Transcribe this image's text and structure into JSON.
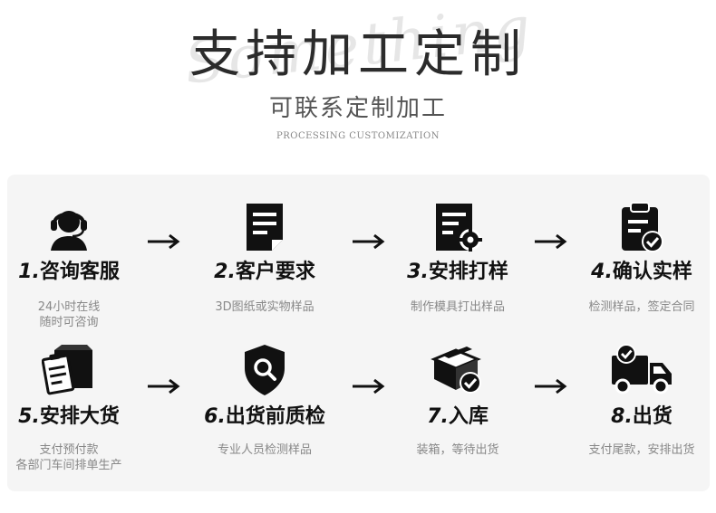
{
  "header": {
    "script": "Something",
    "title": "支持加工定制",
    "subtitle": "可联系定制加工",
    "english": "PROCESSING CUSTOMIZATION"
  },
  "colors": {
    "icon": "#111111",
    "title": "#2b2b2b",
    "desc": "#888888",
    "panel": "#f5f5f5"
  },
  "steps": [
    {
      "num": "1.",
      "label": "咨询客服",
      "desc1": "24小时在线",
      "desc2": "随时可咨询",
      "icon": "headset-agent-icon"
    },
    {
      "num": "2.",
      "label": "客户要求",
      "desc1": "3D图纸或实物样品",
      "desc2": "",
      "icon": "document-icon"
    },
    {
      "num": "3.",
      "label": "安排打样",
      "desc1": "制作模具打出样品",
      "desc2": "",
      "icon": "document-gear-icon"
    },
    {
      "num": "4.",
      "label": "确认实样",
      "desc1": "检测样品，签定合同",
      "desc2": "",
      "icon": "clipboard-check-icon"
    },
    {
      "num": "5.",
      "label": "安排大货",
      "desc1": "支付预付款",
      "desc2": "各部门车间排单生产",
      "icon": "box-clipboard-icon"
    },
    {
      "num": "6.",
      "label": "出货前质检",
      "desc1": "专业人员检测样品",
      "desc2": "",
      "icon": "shield-search-icon"
    },
    {
      "num": "7.",
      "label": "入库",
      "desc1": "装箱，等待出货",
      "desc2": "",
      "icon": "box-check-icon"
    },
    {
      "num": "8.",
      "label": "出货",
      "desc1": "支付尾款，安排出货",
      "desc2": "",
      "icon": "truck-check-icon"
    }
  ]
}
